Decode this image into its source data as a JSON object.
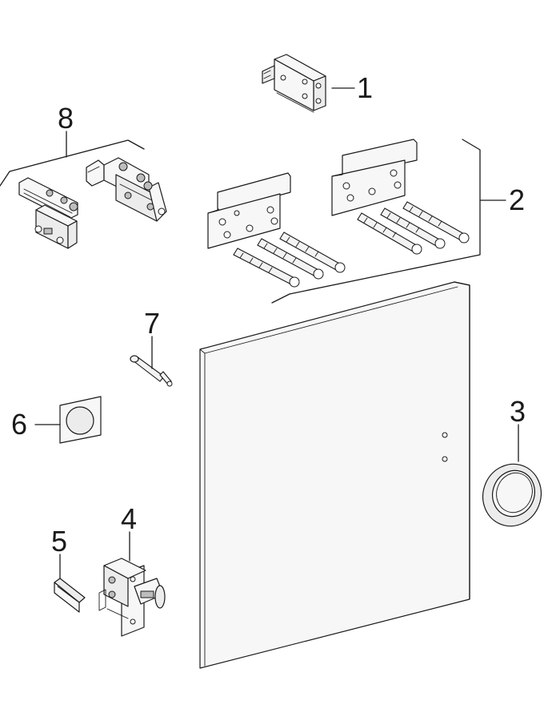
{
  "diagram": {
    "callouts": [
      {
        "id": "1",
        "label": "1",
        "part": "mounting-block"
      },
      {
        "id": "2",
        "label": "2",
        "part": "wall-brackets-with-screws"
      },
      {
        "id": "3",
        "label": "3",
        "part": "ring-seal"
      },
      {
        "id": "4",
        "label": "4",
        "part": "door-latch"
      },
      {
        "id": "5",
        "label": "5",
        "part": "strike-pad"
      },
      {
        "id": "6",
        "label": "6",
        "part": "cover-plate"
      },
      {
        "id": "7",
        "label": "7",
        "part": "pin"
      },
      {
        "id": "8",
        "label": "8",
        "part": "hinge-pair"
      }
    ],
    "line_color": "#1a1a1a",
    "fill_color": "#ececec"
  }
}
